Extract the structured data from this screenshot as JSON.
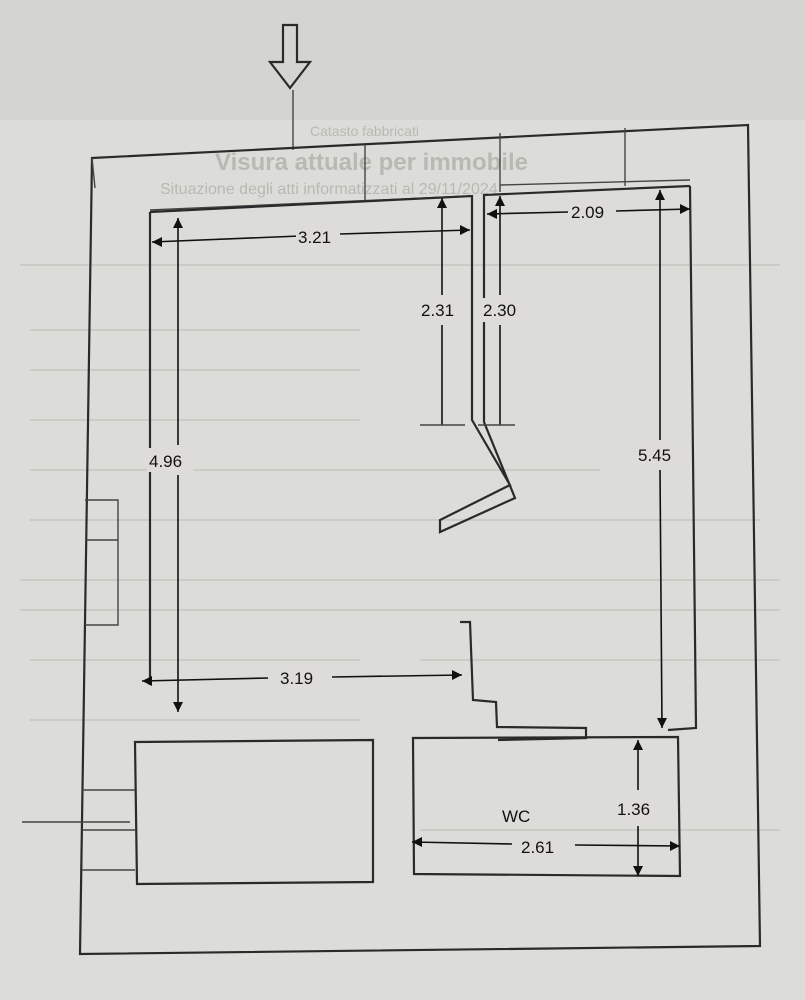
{
  "plan": {
    "dimensions": {
      "top_left_width": "3.21",
      "top_right_width": "2.09",
      "left_height": "4.96",
      "right_height": "5.45",
      "partition_left": "2.31",
      "partition_right": "2.30",
      "bottom_left_width": "3.19",
      "wc_width": "2.61",
      "wc_height": "1.36"
    },
    "room_labels": {
      "wc": "WC"
    },
    "background_text": {
      "header_1": "Catasto fabbricati",
      "header_2": "Visura attuale per immobile",
      "header_3": "Situazione degli atti informatizzati al 29/11/2024"
    }
  },
  "colors": {
    "paper": "#dcdcd8",
    "lines": "#2a2a2a",
    "ghost_text": "#b9b9b4"
  }
}
